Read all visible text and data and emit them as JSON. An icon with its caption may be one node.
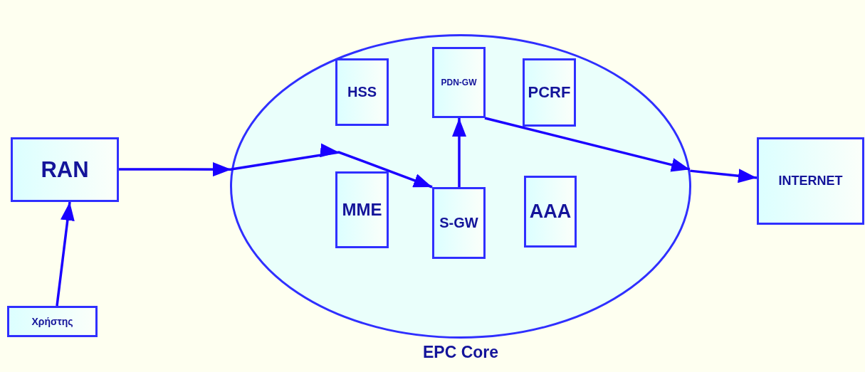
{
  "diagram": {
    "nodes": [
      {
        "text": [
          "RAN"
        ]
      },
      {
        "text": [
          "Χρήστης"
        ]
      },
      {
        "text": [
          "EPC Core"
        ]
      },
      {
        "text": [
          "HSS"
        ],
        "in": 2
      },
      {
        "text": [
          "PDN-GW"
        ],
        "in": 2
      },
      {
        "text": [
          "PCRF"
        ],
        "in": 2
      },
      {
        "text": [
          "MME"
        ],
        "in": 2
      },
      {
        "text": [
          "S-GW"
        ],
        "in": 2
      },
      {
        "text": [
          "AAA"
        ],
        "in": 2
      },
      {
        "text": [
          "INTERNET"
        ]
      }
    ],
    "edges": [
      {
        "from": 1,
        "to": 0,
        "arrow": "to"
      },
      {
        "from": 0,
        "to": 2,
        "arrow": "to"
      },
      {
        "from": 2,
        "to": 7,
        "arrow": "to"
      },
      {
        "from": 7,
        "to": 4,
        "arrow": "to"
      },
      {
        "from": 4,
        "to": 2,
        "arrow": "to"
      },
      {
        "from": 2,
        "to": 9,
        "arrow": "to"
      }
    ]
  }
}
